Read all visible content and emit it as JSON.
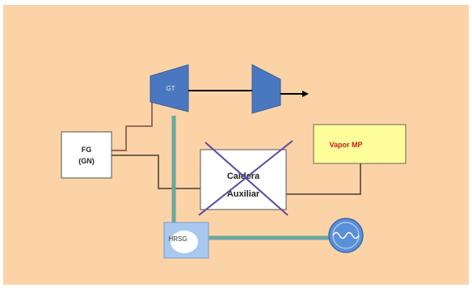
{
  "diagram": {
    "gt_label": "GT",
    "fg_label_line1": "FG",
    "fg_label_line2": "(GN)",
    "caldera_label_line1": "Caldera",
    "caldera_label_line2": "Auxiliar",
    "vapor_label": "Vapor MP",
    "hrsg_label": "HRSG"
  },
  "colors": {
    "background": "#fbd3a7",
    "turbine_fill": "#4a78c0",
    "flow_teal": "#6aa8a0",
    "pipe_brown": "#9a6a5a",
    "vapor_box": "#fdfd9a",
    "vapor_text": "#c8201c",
    "hrsg_fill": "#a9c8ef",
    "cross_line": "#5a4aa0"
  }
}
